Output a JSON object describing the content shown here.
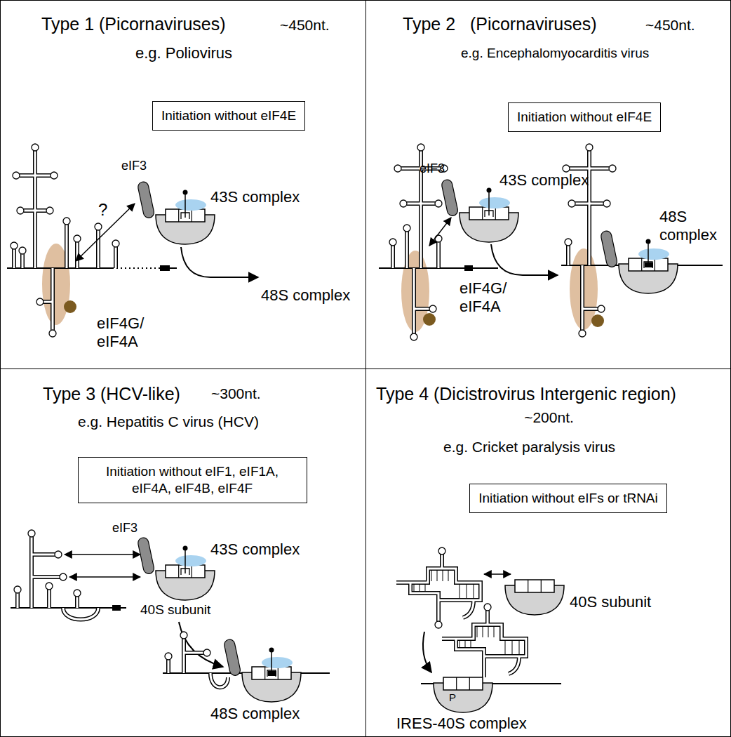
{
  "diagram": {
    "nodes": [
      {
        "text": [
          "Type 1 (Picornaviruses)",
          "~450nt.",
          "e.g. Poliovirus"
        ]
      },
      {
        "text": [
          "Initiation without eIF4E"
        ],
        "in": 0
      },
      {
        "text": [
          "Type 2   (Picornaviruses)",
          "~450nt.",
          "e.g. Encephalomyocarditis virus"
        ]
      },
      {
        "text": [
          "Initiation without eIF4E"
        ],
        "in": 2
      },
      {
        "text": [
          "Type 3 (HCV-like)",
          "~300nt.",
          "e.g. Hepatitis C virus (HCV)"
        ]
      },
      {
        "text": [
          "Initiation without eIF1, eIF1A, eIF4A, eIF4B, eIF4F"
        ],
        "in": 4
      },
      {
        "text": [
          "Type 4 (Dicistrovirus Intergenic region)",
          "~200nt.",
          "e.g. Cricket paralysis virus"
        ]
      },
      {
        "text": [
          "Initiation without eIFs or tRNAi"
        ],
        "in": 6
      }
    ],
    "labels": [
      "eIF3",
      "43S complex",
      "?",
      "48S complex",
      "eIF4G/ eIF4A",
      "eIF3",
      "43S complex",
      "48S complex",
      "eIF4G/ eIF4A",
      "eIF3",
      "43S complex",
      "40S subunit",
      "48S complex",
      "40S subunit",
      "IRES-40S complex",
      "P"
    ]
  }
}
